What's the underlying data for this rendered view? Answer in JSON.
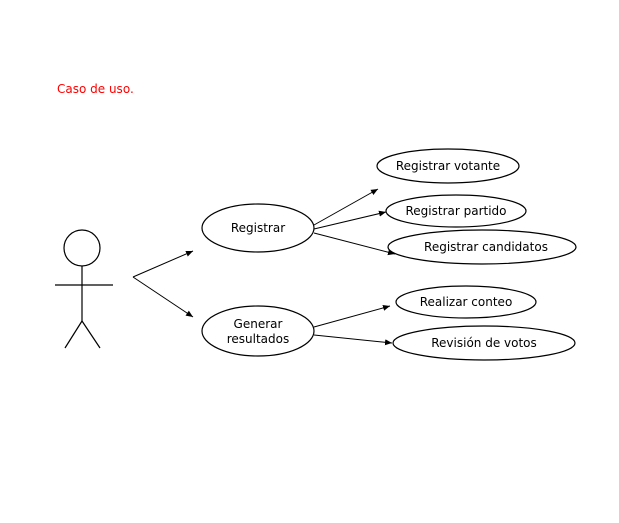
{
  "caption": "Caso de uso.",
  "colors": {
    "caption": "#ff0000",
    "stroke": "#000000",
    "background": "#ffffff"
  },
  "use_cases": {
    "registrar": "Registrar",
    "generar_line1": "Generar",
    "generar_line2": "resultados",
    "registrar_votante": "Registrar votante",
    "registrar_partido": "Registrar partido",
    "registrar_candidatos": "Registrar candidatos",
    "realizar_conteo": "Realizar conteo",
    "revision_votos": "Revisión de votos"
  }
}
